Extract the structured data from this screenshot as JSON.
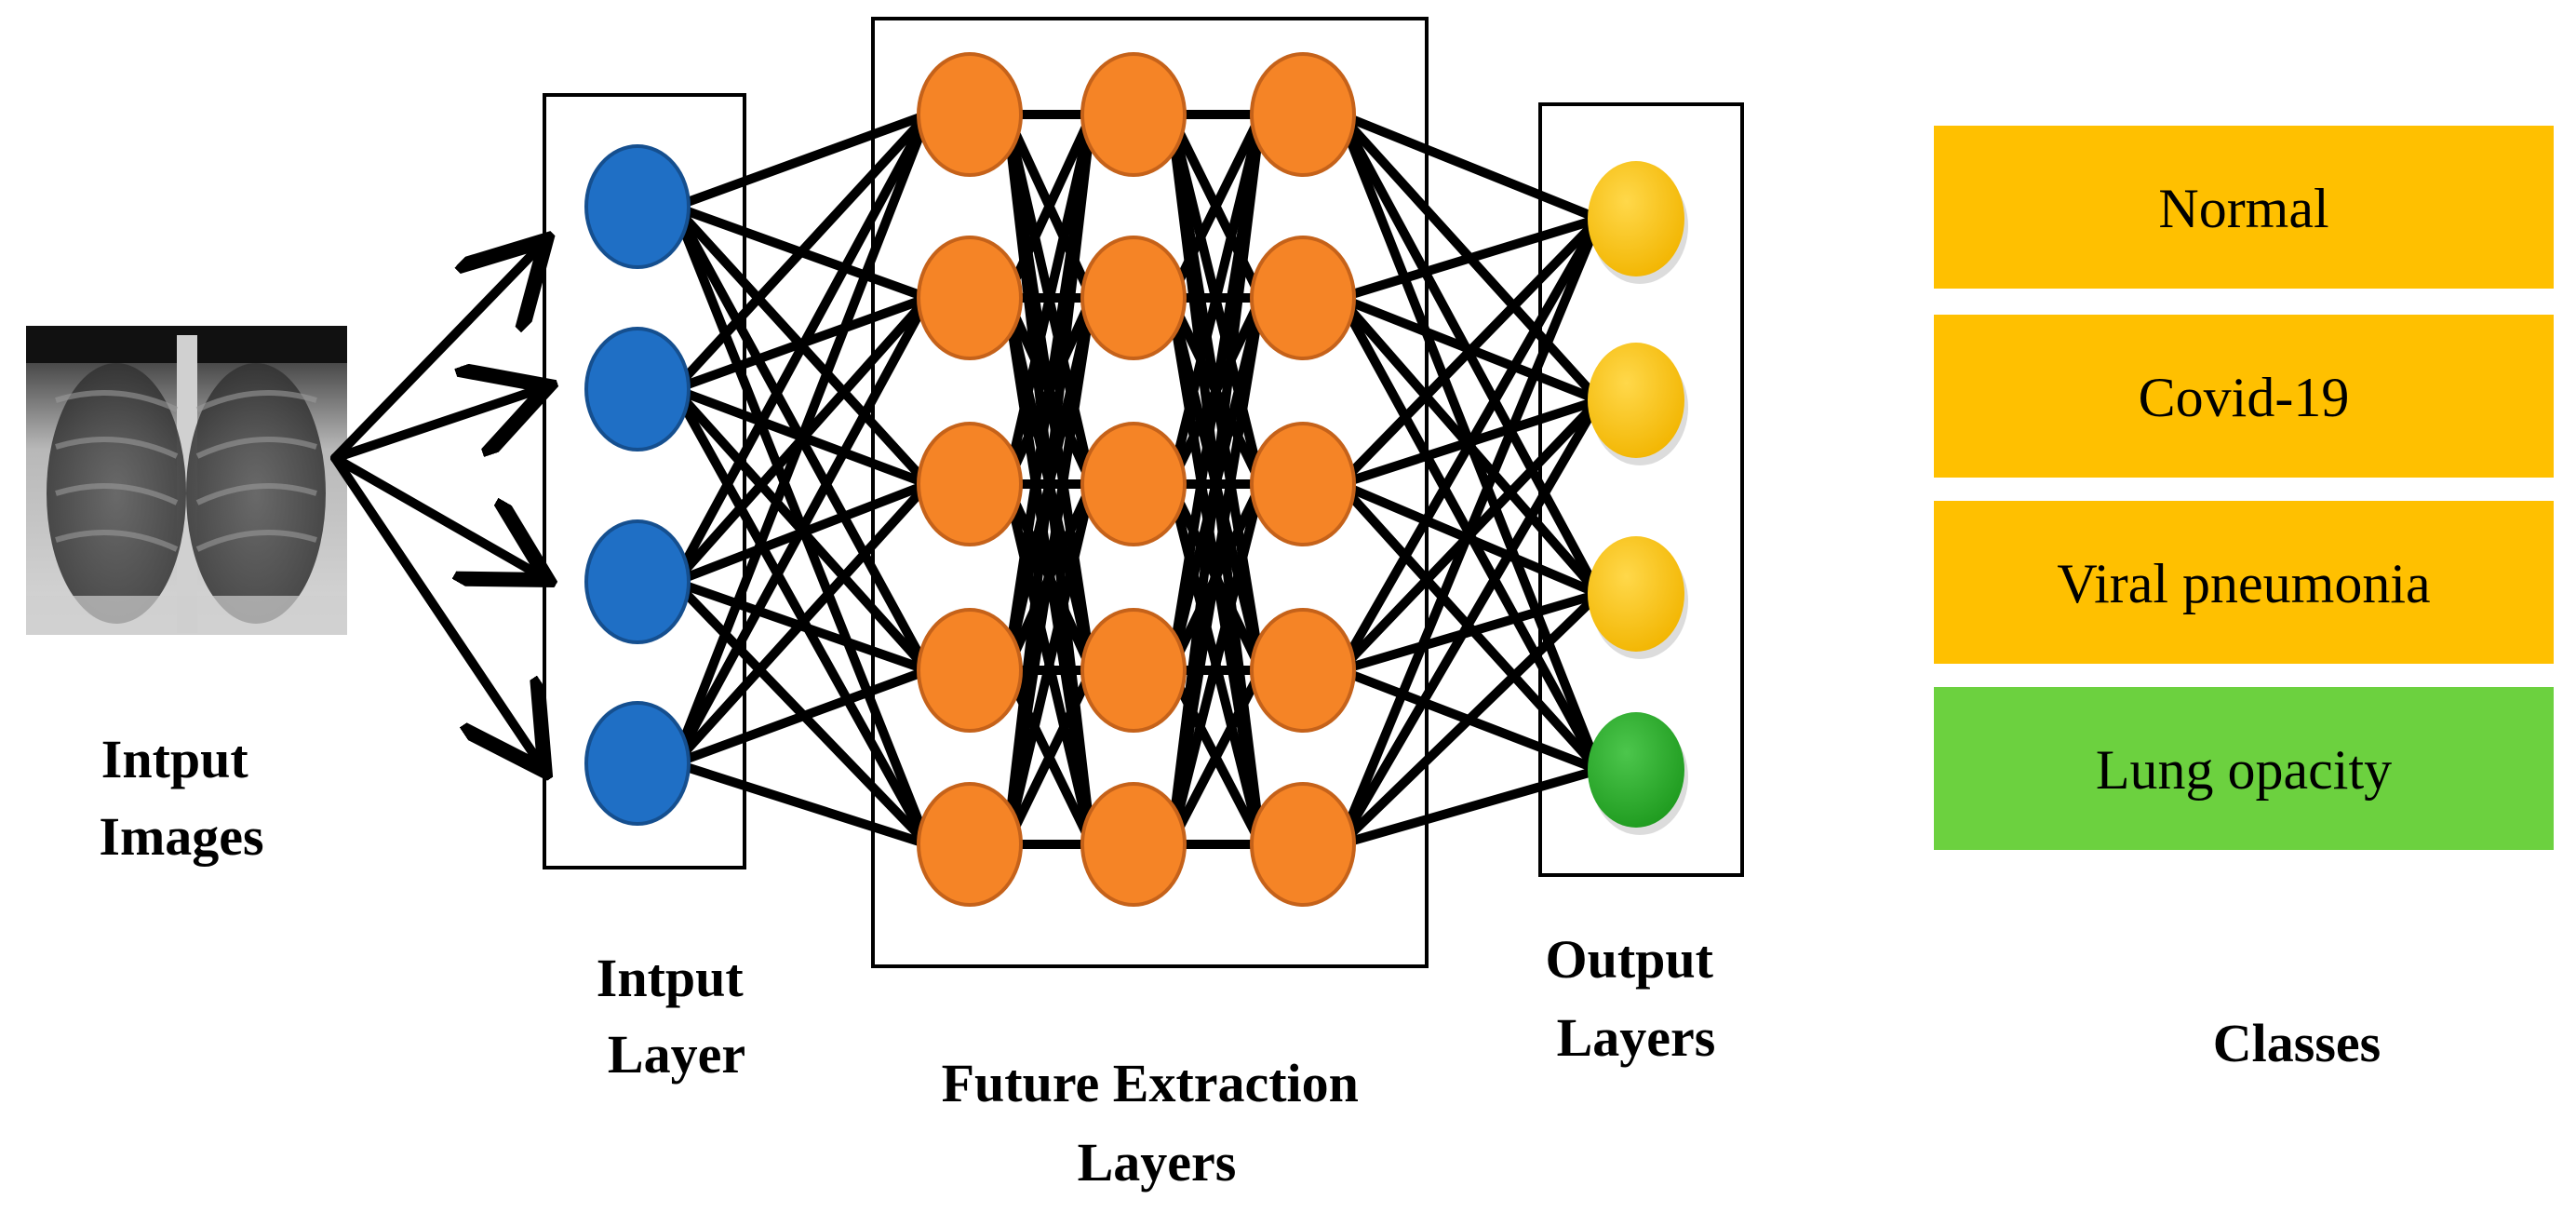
{
  "labels": {
    "input_images": [
      "Intput",
      "Images"
    ],
    "input_layer": [
      "Intput",
      "Layer"
    ],
    "feature_layers": [
      "Future Extraction",
      "Layers"
    ],
    "output_layers": [
      "Output",
      "Layers"
    ],
    "classes": "Classes"
  },
  "classes": [
    {
      "label": "Normal",
      "color": "#FFC000"
    },
    {
      "label": "Covid-19",
      "color": "#FFC000"
    },
    {
      "label": "Viral pneumonia",
      "color": "#FFC000"
    },
    {
      "label": "Lung opacity",
      "color": "#6CD13F"
    }
  ],
  "colors": {
    "input_node": "#1F6FC5",
    "input_node_stroke": "#154F8F",
    "feature_node": "#F58426",
    "feature_node_stroke": "#C5621A",
    "output_node": "#FFC000",
    "output_node_last": "#2EA82E",
    "edge": "#000000"
  }
}
